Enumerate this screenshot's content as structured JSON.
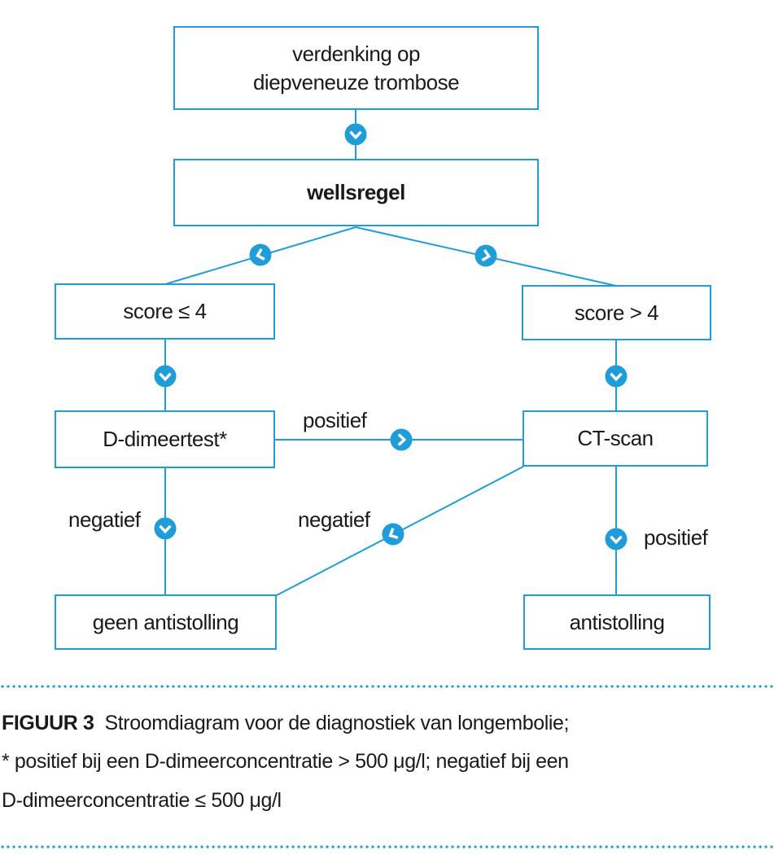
{
  "accent_color": "#1e9dd9",
  "text_color": "#1a1a1a",
  "flowchart": {
    "nodes": [
      {
        "id": "suspicion",
        "label": "verdenking op\ndiepveneuze trombose"
      },
      {
        "id": "wellsregel",
        "label": "wellsregel"
      },
      {
        "id": "score-low",
        "label": "score ≤ 4"
      },
      {
        "id": "score-high",
        "label": "score > 4"
      },
      {
        "id": "d-dimer-test",
        "label": "D-dimeertest*"
      },
      {
        "id": "ct-scan",
        "label": "CT-scan"
      },
      {
        "id": "no-anticoagulation",
        "label": "geen antistolling"
      },
      {
        "id": "anticoagulation",
        "label": "antistolling"
      }
    ],
    "edge_labels": [
      {
        "id": "positief-mid",
        "label": "positief"
      },
      {
        "id": "negatief-left",
        "label": "negatief"
      },
      {
        "id": "negatief-diagonal",
        "label": "negatief"
      },
      {
        "id": "positief-right",
        "label": "positief"
      }
    ],
    "icons": {
      "arrow_marker": "chevron-in-circle"
    }
  },
  "caption": {
    "figure_label": "FIGUUR 3",
    "title": "Stroomdiagram voor de diagnostiek van longembolie;",
    "footnote_line1": "* positief bij een D-dimeerconcentratie > 500 μg/l; negatief bij een",
    "footnote_line2": "D-dimeerconcentratie ≤ 500 μg/l"
  }
}
